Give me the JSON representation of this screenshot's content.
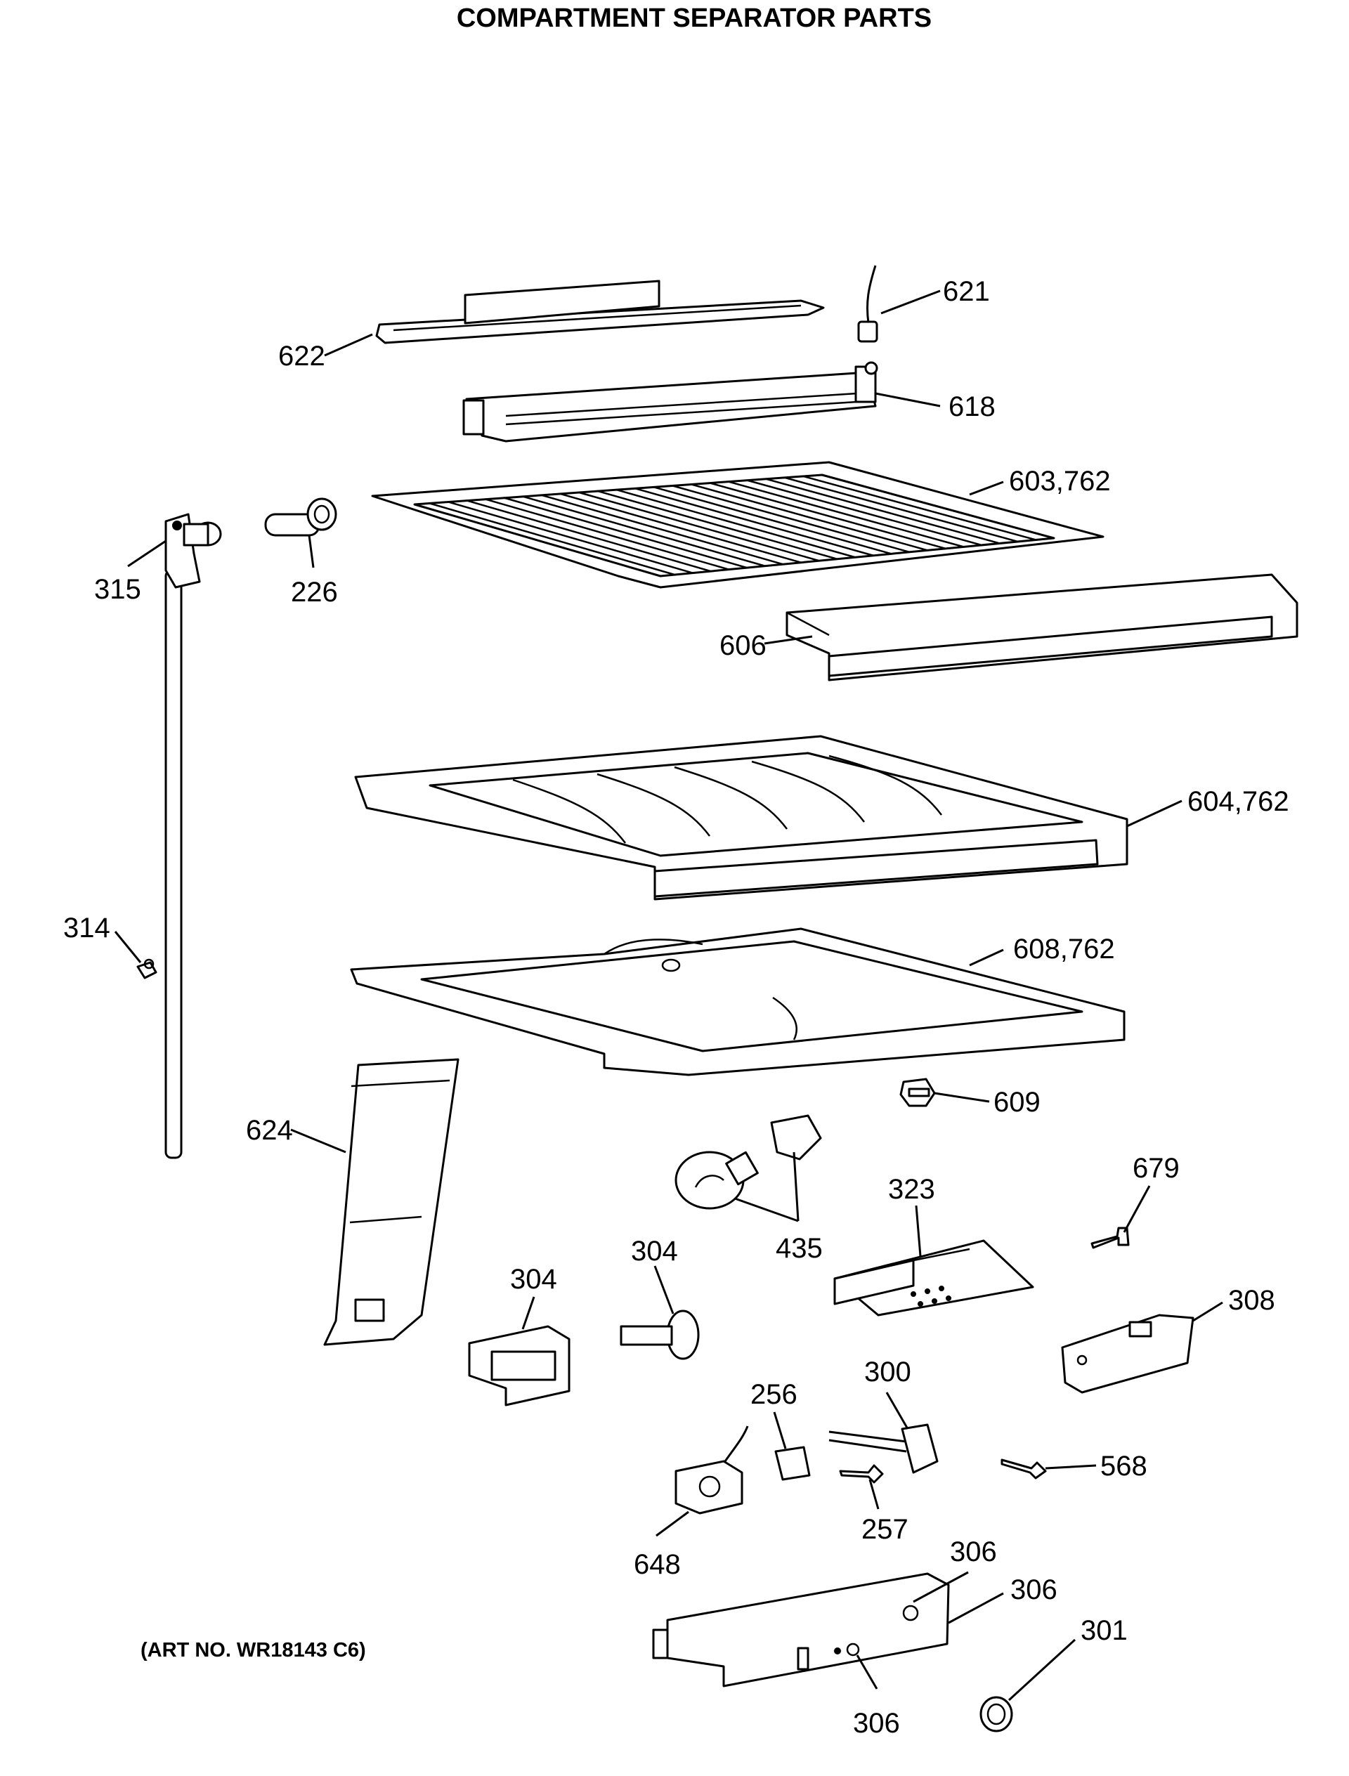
{
  "title": "COMPARTMENT SEPARATOR PARTS",
  "art_number": "(ART NO. WR18143 C6)",
  "callouts": {
    "c621": "621",
    "c622": "622",
    "c618": "618",
    "c603": "603,762",
    "c315": "315",
    "c226": "226",
    "c606": "606",
    "c604": "604,762",
    "c314": "314",
    "c608": "608,762",
    "c609": "609",
    "c624": "624",
    "c679": "679",
    "c323": "323",
    "c435": "435",
    "c304a": "304",
    "c304b": "304",
    "c308": "308",
    "c300": "300",
    "c256": "256",
    "c568": "568",
    "c257": "257",
    "c648": "648",
    "c306a": "306",
    "c306b": "306",
    "c301": "301",
    "c306c": "306"
  }
}
